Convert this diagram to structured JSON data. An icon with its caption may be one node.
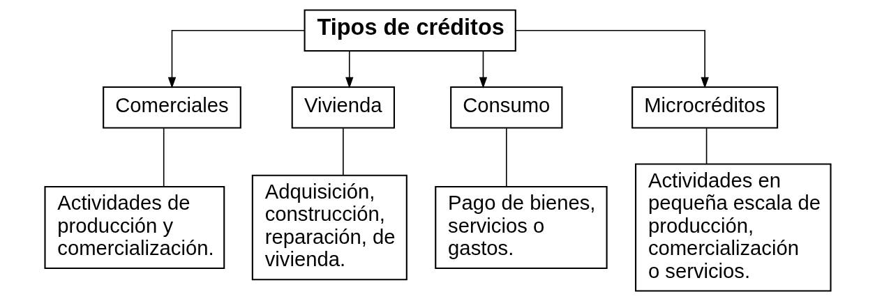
{
  "diagram": {
    "nodes": [
      {
        "text": [
          "Tipos de créditos"
        ]
      },
      {
        "text": [
          "Comerciales"
        ]
      },
      {
        "text": [
          "Vivienda"
        ]
      },
      {
        "text": [
          "Consumo"
        ]
      },
      {
        "text": [
          "Microcréditos"
        ]
      },
      {
        "text": [
          "Actividades de producción y comercialización."
        ]
      },
      {
        "text": [
          "Adquisición, construcción, reparación, de vivienda."
        ]
      },
      {
        "text": [
          "Pago de bienes, servicios o gastos."
        ]
      },
      {
        "text": [
          "Actividades en pequeña escala de producción, comercialización o servicios."
        ]
      }
    ],
    "edges": [
      {
        "from": 0,
        "to": 1,
        "arrow": "to"
      },
      {
        "from": 0,
        "to": 2,
        "arrow": "to"
      },
      {
        "from": 0,
        "to": 3,
        "arrow": "to"
      },
      {
        "from": 0,
        "to": 4,
        "arrow": "to"
      },
      {
        "from": 1,
        "to": 5,
        "arrow": "none"
      },
      {
        "from": 2,
        "to": 6,
        "arrow": "none"
      },
      {
        "from": 3,
        "to": 7,
        "arrow": "none"
      },
      {
        "from": 4,
        "to": 8,
        "arrow": "none"
      }
    ]
  }
}
